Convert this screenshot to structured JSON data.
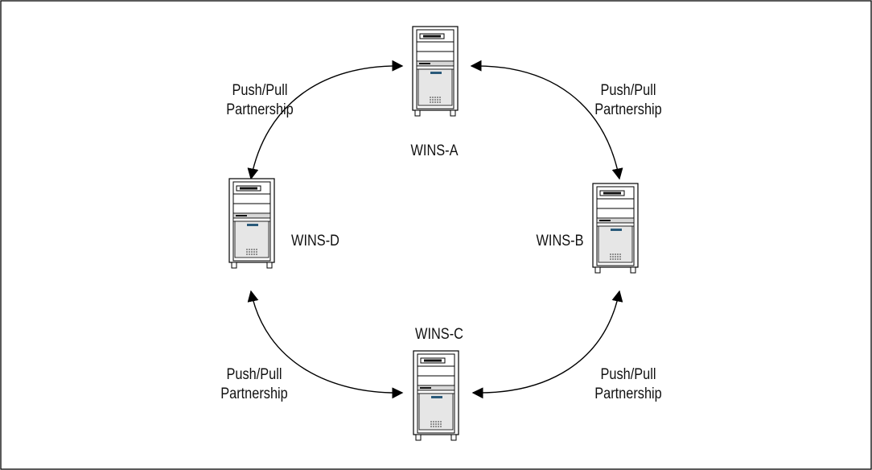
{
  "servers": [
    {
      "id": "a",
      "name": "WINS-A"
    },
    {
      "id": "b",
      "name": "WINS-B"
    },
    {
      "id": "c",
      "name": "WINS-C"
    },
    {
      "id": "d",
      "name": "WINS-D"
    }
  ],
  "partnerships": [
    {
      "from": "WINS-A",
      "to": "WINS-D",
      "line1": "Push/Pull",
      "line2": "Partnership"
    },
    {
      "from": "WINS-A",
      "to": "WINS-B",
      "line1": "Push/Pull",
      "line2": "Partnership"
    },
    {
      "from": "WINS-D",
      "to": "WINS-C",
      "line1": "Push/Pull",
      "line2": "Partnership"
    },
    {
      "from": "WINS-B",
      "to": "WINS-C",
      "line1": "Push/Pull",
      "line2": "Partnership"
    }
  ],
  "colors": {
    "line": "#000000",
    "server_body": "#ffffff",
    "server_fill": "#e8e8e8",
    "accent": "#2a5a7a"
  }
}
